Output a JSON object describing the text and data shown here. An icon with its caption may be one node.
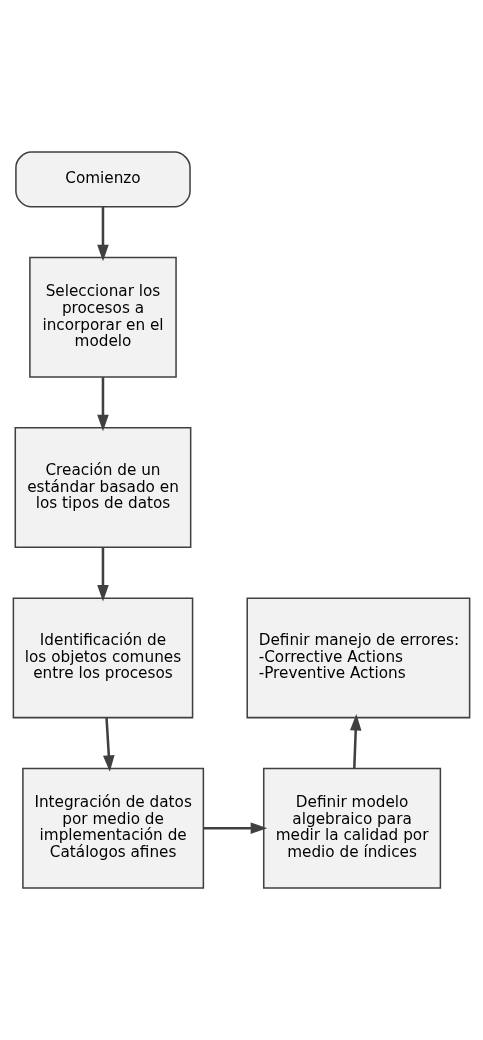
{
  "diagram": {
    "nodes": [
      {
        "text": [
          "Comienzo"
        ]
      },
      {
        "text": [
          "Seleccionar los procesos a incorporar en el modelo"
        ]
      },
      {
        "text": [
          "Creación de un estándar basado en los tipos de datos"
        ]
      },
      {
        "text": [
          "Identificación de los objetos comunes entre los procesos"
        ]
      },
      {
        "text": [
          "Integración de datos por medio de implementación de Catálogos afines"
        ]
      },
      {
        "text": [
          "Definir modelo algebraico para medir la calidad por medio de índices"
        ]
      },
      {
        "text": [
          "Definir manejo de errores:",
          "-Corrective Actions",
          "-Preventive Actions"
        ]
      }
    ],
    "edges": [
      {
        "from": 0,
        "to": 1,
        "arrow": "to"
      },
      {
        "from": 1,
        "to": 2,
        "arrow": "to"
      },
      {
        "from": 2,
        "to": 3,
        "arrow": "to"
      },
      {
        "from": 3,
        "to": 4,
        "arrow": "to"
      },
      {
        "from": 4,
        "to": 5,
        "arrow": "to"
      },
      {
        "from": 5,
        "to": 6,
        "arrow": "to"
      }
    ]
  }
}
